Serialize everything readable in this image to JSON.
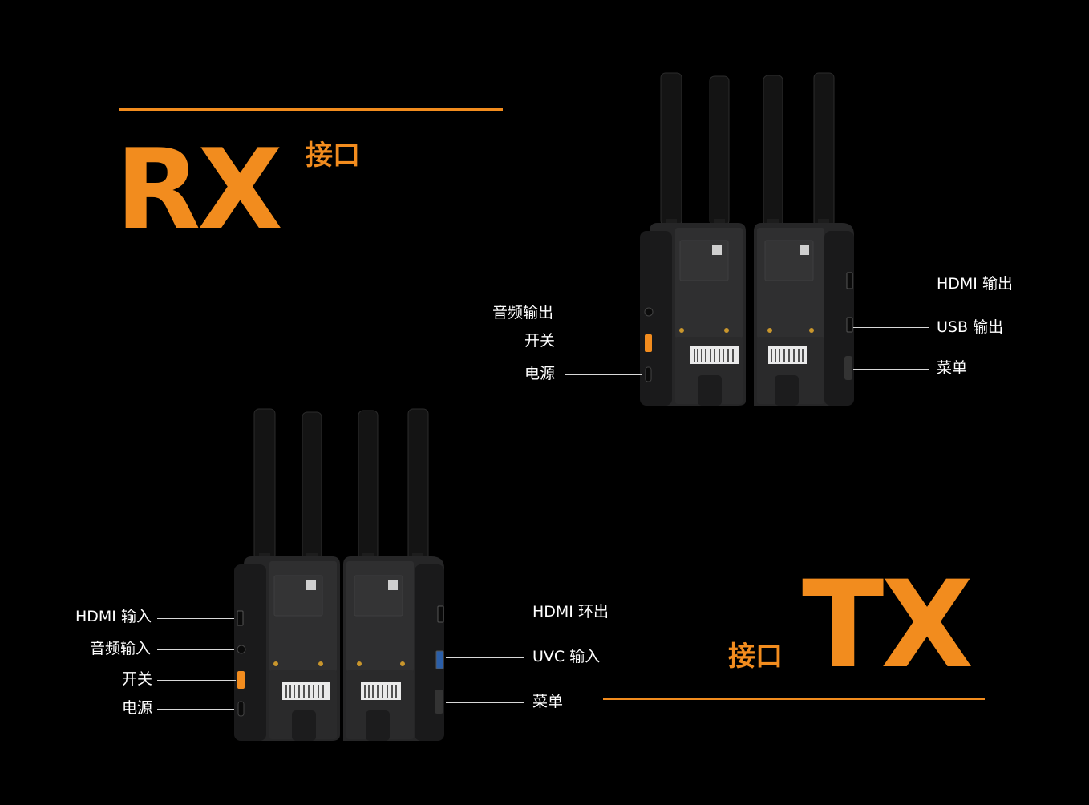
{
  "colors": {
    "accent": "#F28C1E",
    "background": "#000000",
    "line": "#D8D8D8",
    "device": "#2A2A2B"
  },
  "rx": {
    "title": "RX",
    "subtitle": "接口",
    "left_ports": [
      "音频输出",
      "开关",
      "电源"
    ],
    "right_ports": [
      "HDMI 输出",
      "USB 输出",
      "菜单"
    ]
  },
  "tx": {
    "title": "TX",
    "subtitle": "接口",
    "left_ports": [
      "HDMI 输入",
      "音频输入",
      "开关",
      "电源"
    ],
    "right_ports": [
      "HDMI 环出",
      "UVC 输入",
      "菜单"
    ]
  }
}
